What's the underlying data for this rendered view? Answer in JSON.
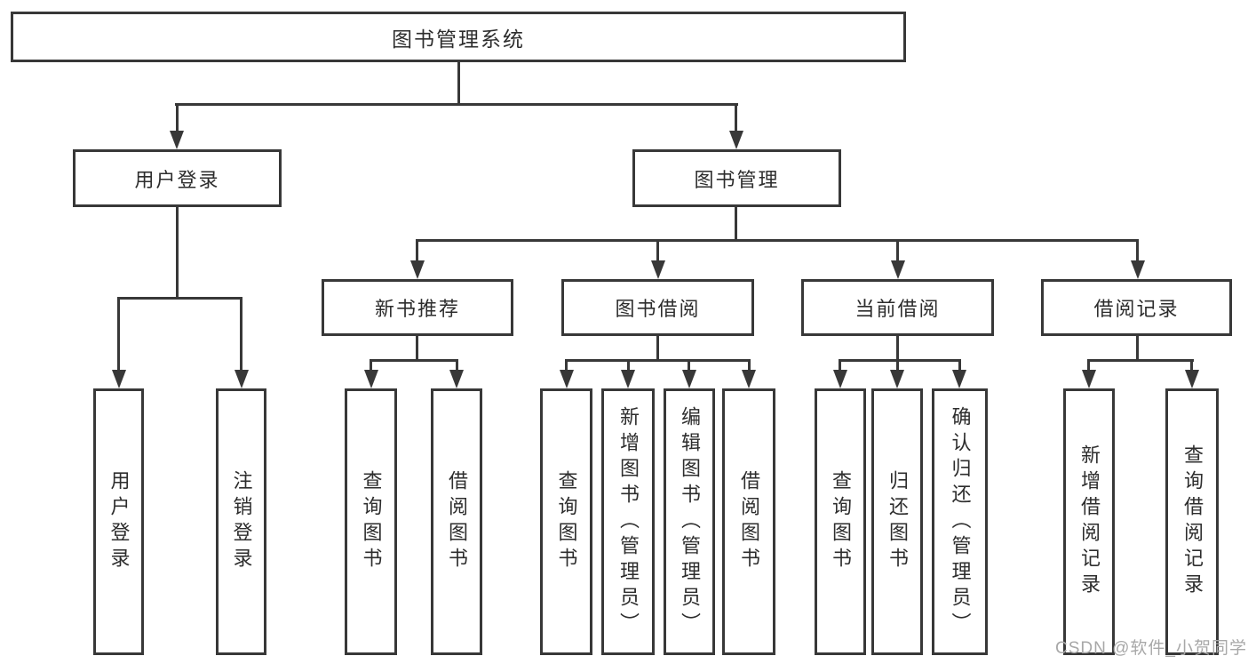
{
  "tree": {
    "root": {
      "label": "图书管理系统",
      "children": [
        {
          "label": "用户登录",
          "children": [
            {
              "label": "用户登录"
            },
            {
              "label": "注销登录"
            }
          ]
        },
        {
          "label": "图书管理",
          "children": [
            {
              "label": "新书推荐",
              "children": [
                {
                  "label": "查询图书"
                },
                {
                  "label": "借阅图书"
                }
              ]
            },
            {
              "label": "图书借阅",
              "children": [
                {
                  "label": "查询图书"
                },
                {
                  "label": "新增图书（管理员）"
                },
                {
                  "label": "编辑图书（管理员）"
                },
                {
                  "label": "借阅图书"
                }
              ]
            },
            {
              "label": "当前借阅",
              "children": [
                {
                  "label": "查询图书"
                },
                {
                  "label": "归还图书"
                },
                {
                  "label": "确认归还（管理员）"
                }
              ]
            },
            {
              "label": "借阅记录",
              "children": [
                {
                  "label": "新增借阅记录"
                },
                {
                  "label": "查询借阅记录"
                }
              ]
            }
          ]
        }
      ]
    }
  },
  "watermark": {
    "text": "CSDN @软件_小贺同学"
  },
  "colors": {
    "line": "#383838",
    "text": "#2d2d2d",
    "watermark": "#a8a8a8",
    "background": "#ffffff"
  }
}
